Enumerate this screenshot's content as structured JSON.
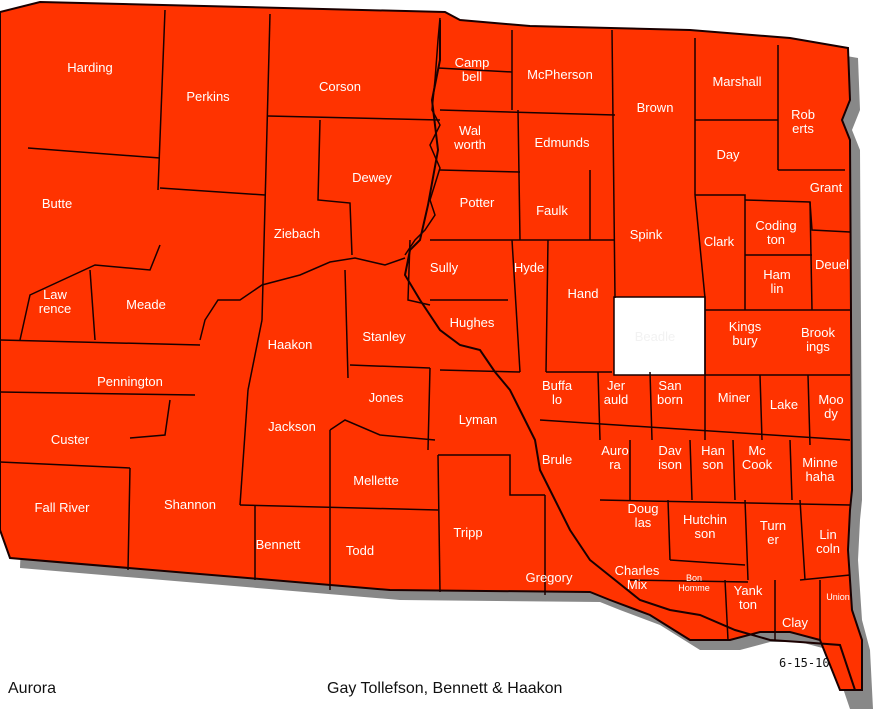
{
  "map": {
    "fill_color": "#ff3300",
    "highlight_color": "#ffffff",
    "border_color": "#1a0000",
    "shadow_color": "#888888",
    "highlighted_county": "Beadle",
    "counties": [
      {
        "id": "harding",
        "label": "Harding"
      },
      {
        "id": "perkins",
        "label": "Perkins"
      },
      {
        "id": "corson",
        "label": "Corson"
      },
      {
        "id": "campbell",
        "label": "Camp\nbell"
      },
      {
        "id": "mcpherson",
        "label": "McPherson"
      },
      {
        "id": "brown",
        "label": "Brown"
      },
      {
        "id": "marshall",
        "label": "Marshall"
      },
      {
        "id": "roberts",
        "label": "Rob\nerts"
      },
      {
        "id": "walworth",
        "label": "Wal\nworth"
      },
      {
        "id": "edmunds",
        "label": "Edmunds"
      },
      {
        "id": "day",
        "label": "Day"
      },
      {
        "id": "butte",
        "label": "Butte"
      },
      {
        "id": "dewey",
        "label": "Dewey"
      },
      {
        "id": "potter",
        "label": "Potter"
      },
      {
        "id": "faulk",
        "label": "Faulk"
      },
      {
        "id": "spink",
        "label": "Spink"
      },
      {
        "id": "clark",
        "label": "Clark"
      },
      {
        "id": "codington",
        "label": "Coding\nton"
      },
      {
        "id": "grant",
        "label": "Grant"
      },
      {
        "id": "ziebach",
        "label": "Ziebach"
      },
      {
        "id": "sully",
        "label": "Sully"
      },
      {
        "id": "hyde",
        "label": "Hyde"
      },
      {
        "id": "hand",
        "label": "Hand"
      },
      {
        "id": "hamlin",
        "label": "Ham\nlin"
      },
      {
        "id": "deuel",
        "label": "Deuel"
      },
      {
        "id": "lawrence",
        "label": "Law\nrence"
      },
      {
        "id": "meade",
        "label": "Meade"
      },
      {
        "id": "hughes",
        "label": "Hughes"
      },
      {
        "id": "beadle",
        "label": "Beadle"
      },
      {
        "id": "kingsbury",
        "label": "Kings\nbury"
      },
      {
        "id": "brookings",
        "label": "Brook\nings"
      },
      {
        "id": "haakon",
        "label": "Haakon"
      },
      {
        "id": "stanley",
        "label": "Stanley"
      },
      {
        "id": "pennington",
        "label": "Pennington"
      },
      {
        "id": "buffalo",
        "label": "Buffa\nlo"
      },
      {
        "id": "jerauld",
        "label": "Jer\nauld"
      },
      {
        "id": "sanborn",
        "label": "San\nborn"
      },
      {
        "id": "miner",
        "label": "Miner"
      },
      {
        "id": "lake",
        "label": "Lake"
      },
      {
        "id": "moody",
        "label": "Moo\ndy"
      },
      {
        "id": "jones",
        "label": "Jones"
      },
      {
        "id": "lyman",
        "label": "Lyman"
      },
      {
        "id": "custer",
        "label": "Custer"
      },
      {
        "id": "jackson",
        "label": "Jackson"
      },
      {
        "id": "brule",
        "label": "Brule"
      },
      {
        "id": "aurora",
        "label": "Auro\nra"
      },
      {
        "id": "davison",
        "label": "Dav\nison"
      },
      {
        "id": "hanson",
        "label": "Han\nson"
      },
      {
        "id": "mccook",
        "label": "Mc\nCook"
      },
      {
        "id": "minnehaha",
        "label": "Minne\nhaha"
      },
      {
        "id": "mellette",
        "label": "Mellette"
      },
      {
        "id": "fallriver",
        "label": "Fall River"
      },
      {
        "id": "shannon",
        "label": "Shannon"
      },
      {
        "id": "douglas",
        "label": "Doug\nlas"
      },
      {
        "id": "hutchinson",
        "label": "Hutchin\nson"
      },
      {
        "id": "turner",
        "label": "Turn\ner"
      },
      {
        "id": "lincoln",
        "label": "Lin\ncoln"
      },
      {
        "id": "bennett",
        "label": "Bennett"
      },
      {
        "id": "todd",
        "label": "Todd"
      },
      {
        "id": "tripp",
        "label": "Tripp"
      },
      {
        "id": "gregory",
        "label": "Gregory"
      },
      {
        "id": "charlesmix",
        "label": "Charles\nMix"
      },
      {
        "id": "bonhomme",
        "label": "Bon\nHomme"
      },
      {
        "id": "yankton",
        "label": "Yank\nton"
      },
      {
        "id": "clay",
        "label": "Clay"
      },
      {
        "id": "union",
        "label": "Union"
      }
    ]
  },
  "caption_left": "Aurora",
  "caption_right": "Gay Tollefson, Bennett & Haakon",
  "date_stamp": "6-15-10"
}
